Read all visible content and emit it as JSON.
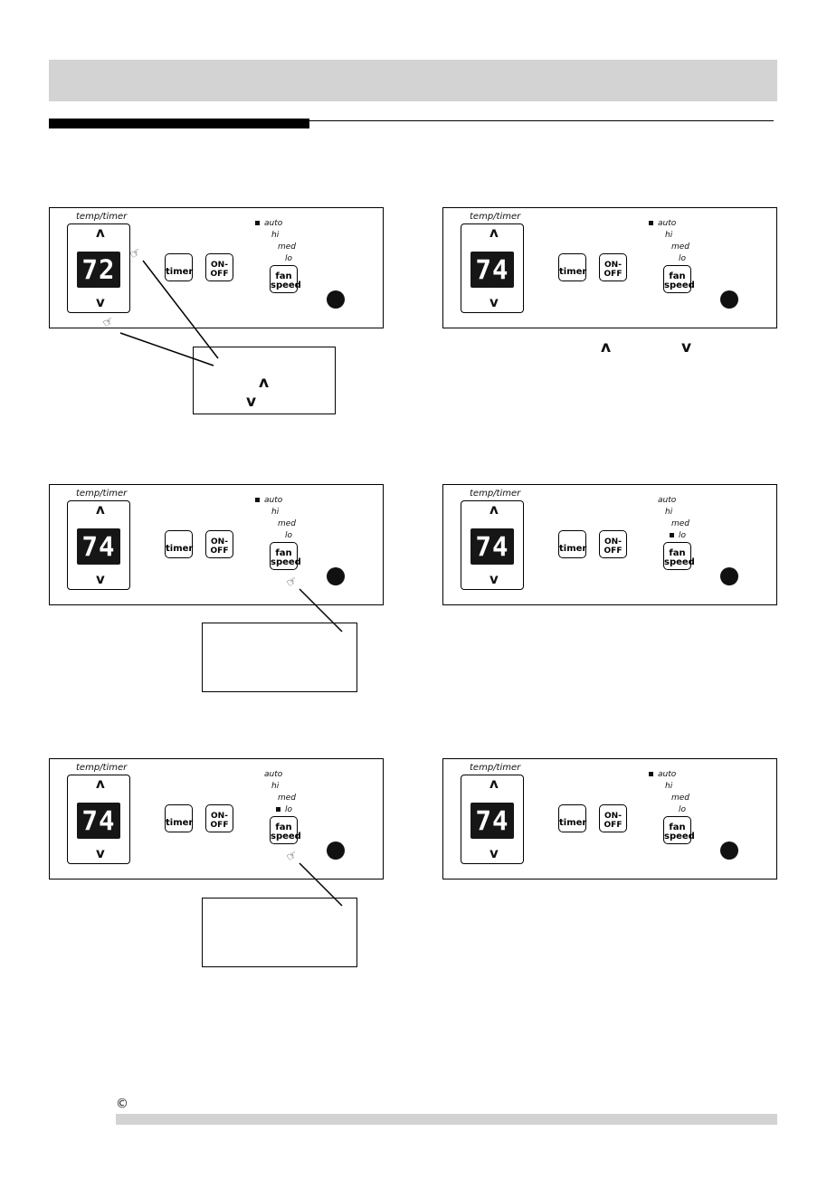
{
  "panel_label": "temp/timer",
  "up_chevron": "ʌ",
  "down_chevron": "v",
  "buttons": {
    "timer": "timer",
    "on_off": "ON-\nOFF",
    "fan_speed": "fan\nspeed"
  },
  "fan_speed_levels": {
    "auto": "auto",
    "hi": "hi",
    "med": "med",
    "lo": "lo"
  },
  "panels": [
    {
      "display": "72",
      "indicator": "auto"
    },
    {
      "display": "74",
      "indicator": "auto"
    },
    {
      "display": "74",
      "indicator": "auto"
    },
    {
      "display": "74",
      "indicator": "lo"
    },
    {
      "display": "74",
      "indicator": "lo"
    },
    {
      "display": "74",
      "indicator": "auto"
    }
  ],
  "callout_1": {
    "up": "ʌ",
    "down": "v"
  },
  "note_chevrons": {
    "up": "ʌ",
    "down": "v"
  },
  "footer": {
    "copyright": "©"
  },
  "colors": {
    "band": "#d3d3d3",
    "display_bg": "#161616",
    "ink": "#111111"
  }
}
